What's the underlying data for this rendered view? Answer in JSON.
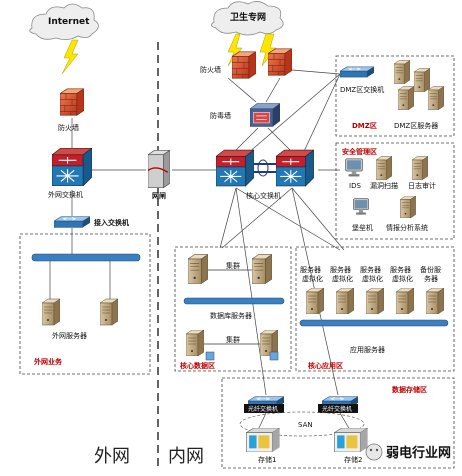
{
  "clouds": {
    "internet": "Internet",
    "health_net": "卫生专网"
  },
  "left": {
    "firewall": "防火墙",
    "ext_switch": "外网交换机",
    "access_switch": "接入交换机",
    "ext_server": "外网服务器",
    "zone_label": "外网业务"
  },
  "center": {
    "gatekeeper": "网闸"
  },
  "right": {
    "firewall": "防火墙",
    "antivirus": "防毒墙",
    "core_switch": "核心交换机",
    "dmz_switch": "DMZ区交换机",
    "dmz_zone": "DMZ区",
    "dmz_server": "DMZ区服务器",
    "sec_zone": "安全管理区",
    "ids": "IDS",
    "vuln_scan": "漏洞扫描",
    "log_audit": "日志审计",
    "bastion": "堡垒机",
    "intel": "情报分析系统",
    "cluster": "集群",
    "db_server": "数据库服务器",
    "core_data_zone": "核心数据区",
    "app_vms": [
      "服务器\n虚拟化",
      "服务器\n虚拟化",
      "服务器\n虚拟化",
      "服务器\n虚拟化",
      "备份服\n务器"
    ],
    "app_server": "应用服务器",
    "core_app_zone": "核心应用区",
    "storage_zone": "数据存储区",
    "fc_switch_1": "光纤交换机",
    "fc_switch_2": "光纤交换机",
    "san": "SAN",
    "storage_1": "存储1",
    "storage_2": "存储2"
  },
  "bottom": {
    "outer_net": "外网",
    "inner_net": "内网"
  },
  "watermark": "弱电行业网"
}
